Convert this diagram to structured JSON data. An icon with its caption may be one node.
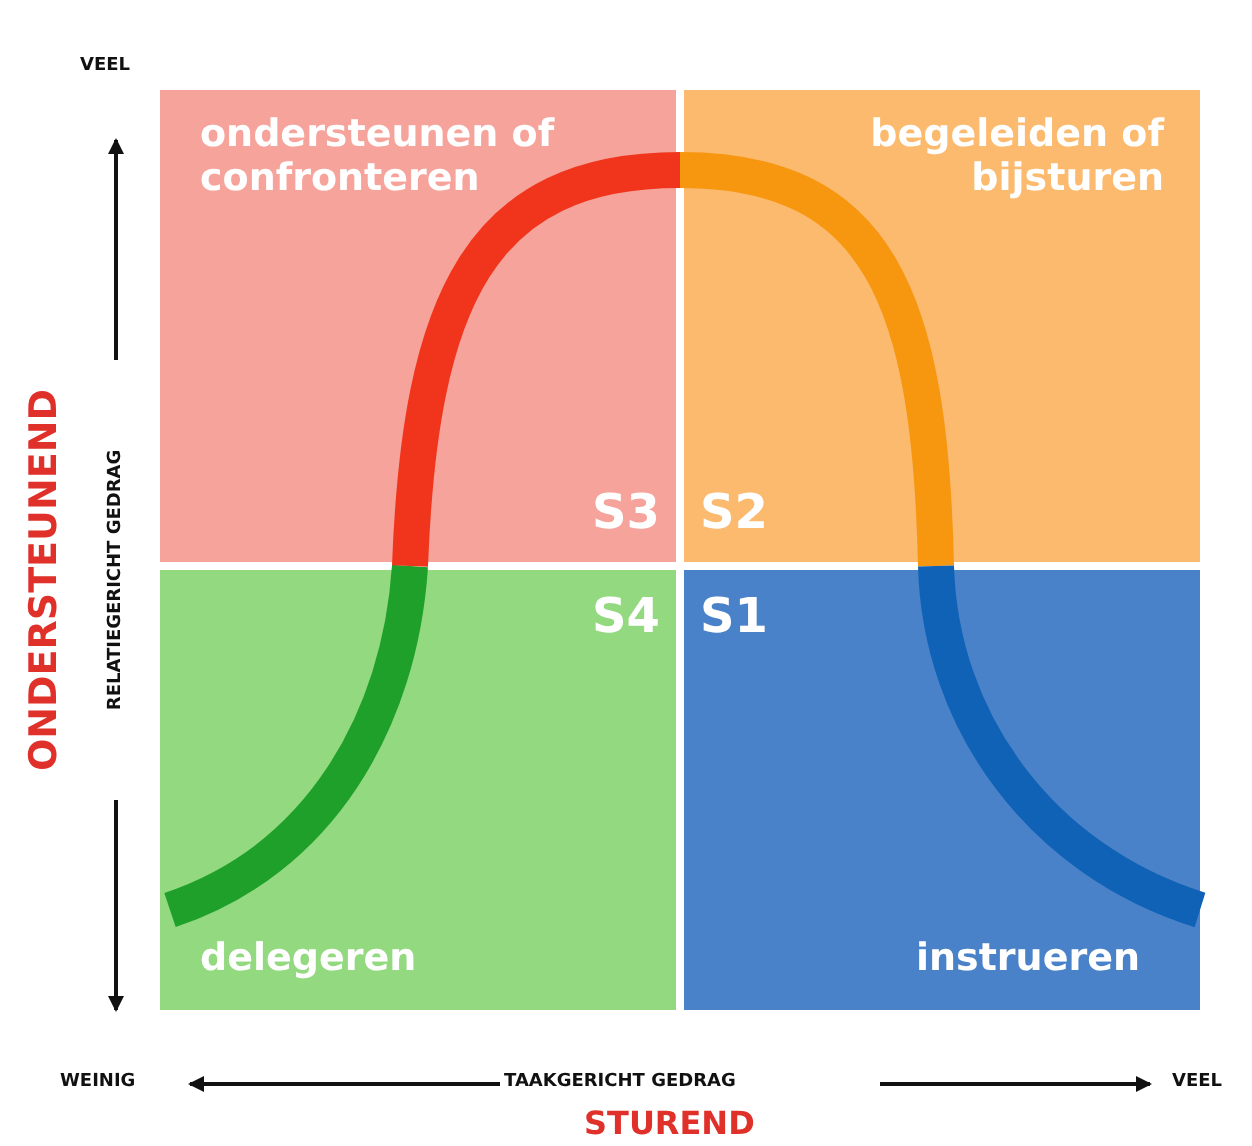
{
  "diagram": {
    "nodes": [
      {
        "text": [
          "ondersteunen of confronteren",
          "S3"
        ]
      },
      {
        "text": [
          "begeleiden of bijsturen",
          "S2"
        ]
      },
      {
        "text": [
          "S4",
          "delegeren"
        ]
      },
      {
        "text": [
          "S1",
          "instrueren"
        ]
      }
    ],
    "edges": [],
    "labels": [
      "VEEL",
      "ONDERSTEUNEND",
      "RELATIEGERICHT GEDRAG",
      "WEINIG",
      "TAAKGERICHT GEDRAG",
      "VEEL",
      "STUREND"
    ]
  }
}
